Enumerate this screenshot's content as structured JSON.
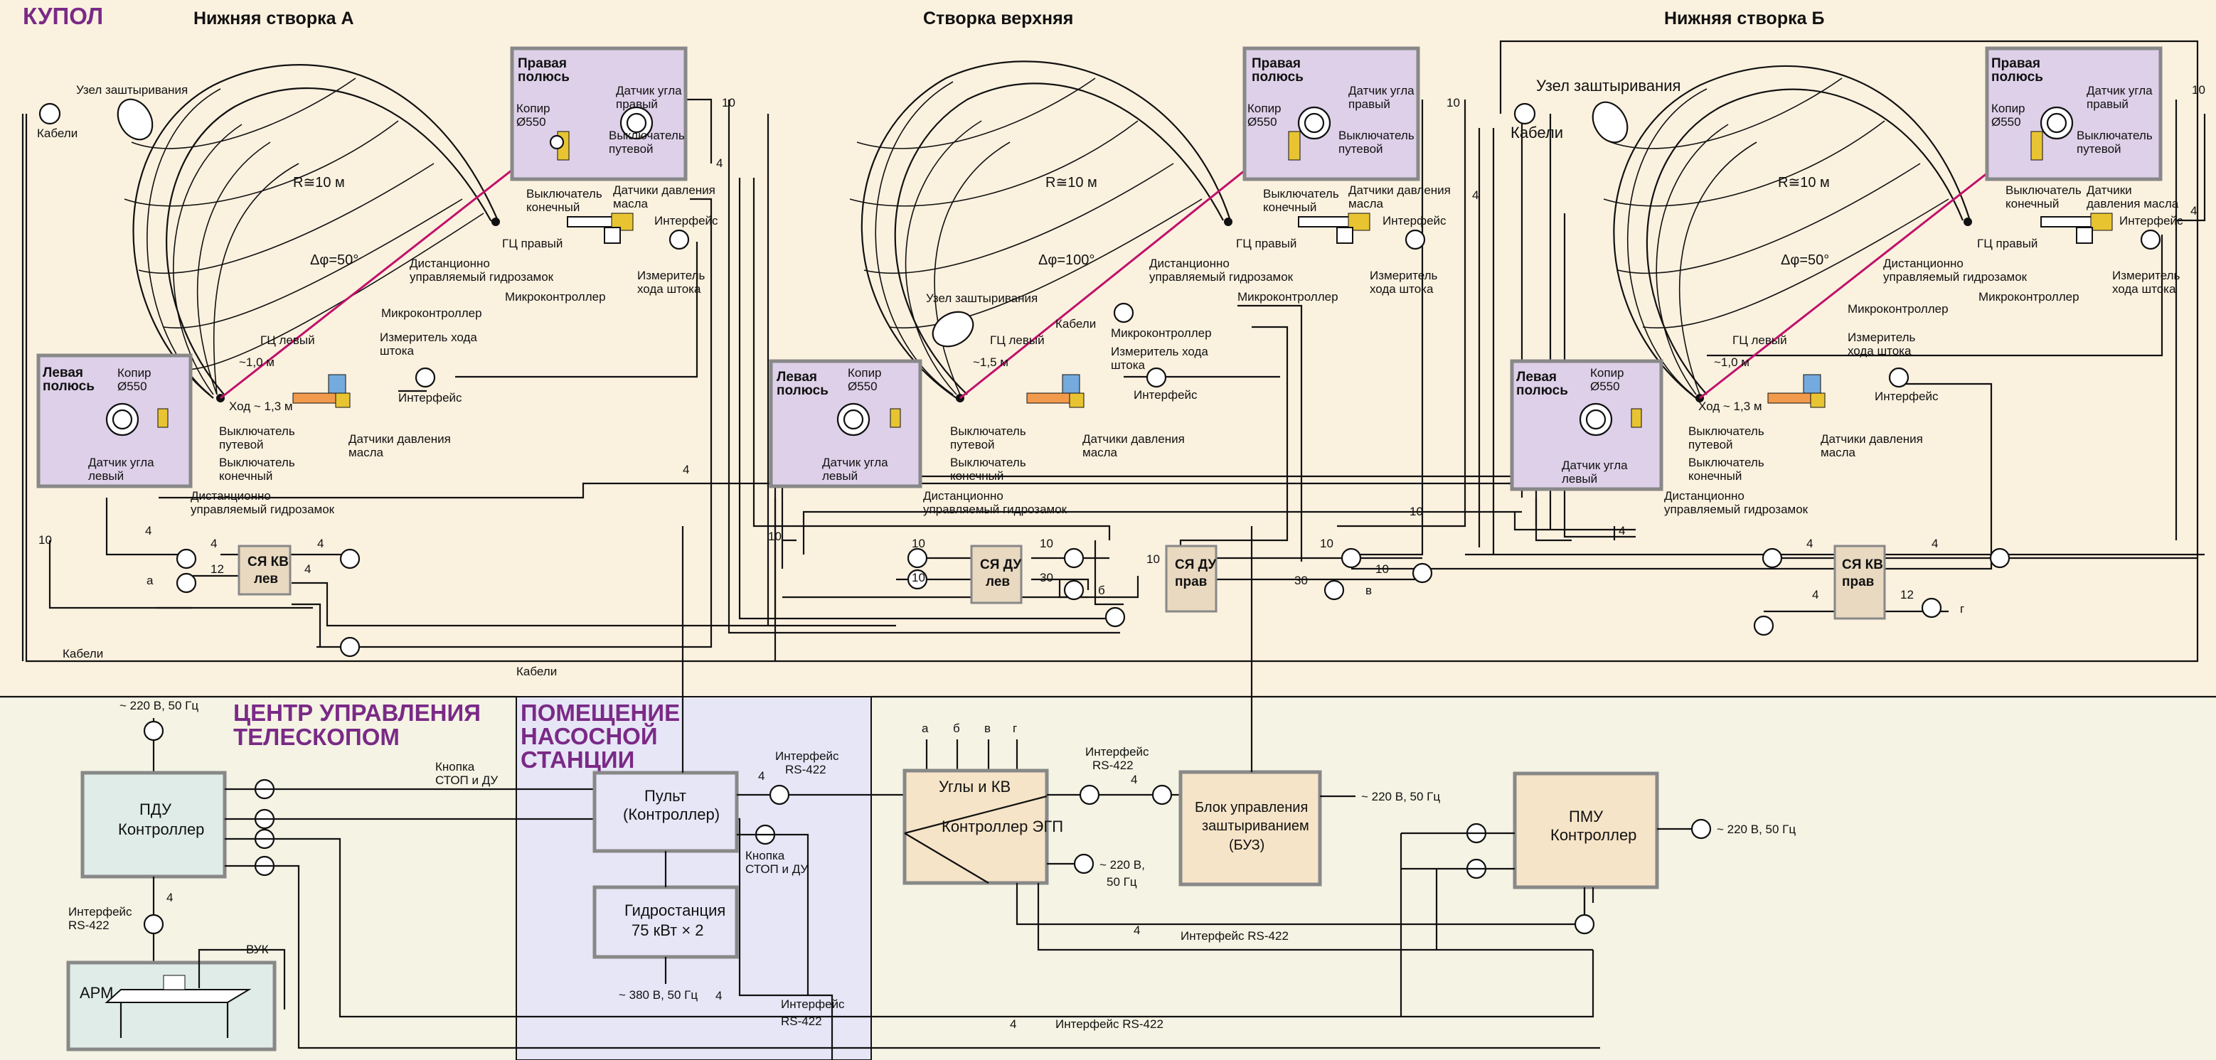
{
  "titles": {
    "kupol": "КУПОЛ",
    "stvorka_a": "Нижняя створка А",
    "stvorka_top": "Створка верхняя",
    "stvorka_b": "Нижняя створка Б"
  },
  "zones": {
    "control_center": [
      "ЦЕНТР УПРАВЛЕНИЯ",
      "ТЕЛЕСКОПОМ"
    ],
    "pump_room": [
      "ПОМЕЩЕНИЕ",
      "НАСОСНОЙ",
      "СТАНЦИИ"
    ]
  },
  "pole_boxes": {
    "right": [
      "Правая",
      "полюсь"
    ],
    "left": [
      "Левая",
      "полюсь"
    ]
  },
  "pole_right_title": [
    "Правая",
    "полюсь"
  ],
  "pole_left_title": [
    "Левая",
    "полюсь"
  ],
  "labels": {
    "kopir": [
      "Копир",
      "Ø550"
    ],
    "datchik_ugla_pravyi": [
      "Датчик угла",
      "правый"
    ],
    "datchik_ugla_levyi": [
      "Датчик угла",
      "левый"
    ],
    "vykl_putevoi": [
      "Выключатель",
      "путевой"
    ],
    "vykl_konechnyi": [
      "Выключатель",
      "конечный"
    ],
    "datchiki_davleniya": [
      "Датчики давления",
      "масла"
    ],
    "datchiki_davleniya_b": [
      "Датчики",
      "давления масла"
    ],
    "interfeis": "Интерфейс",
    "gc_pravyi": "ГЦ правый",
    "gc_levyi": "ГЦ левый",
    "gidrozamok": [
      "Дистанционно",
      "управляемый гидрозамок"
    ],
    "mikrokontroller": "Микроконтроллер",
    "izmeritel_hoda": [
      "Измеритель",
      "хода штока"
    ],
    "izmeritel_hoda_2": [
      "Измеритель хода",
      "штока"
    ],
    "uzel": "Узел заштыривания",
    "kabeli": "Кабели",
    "radius": "R≅10 м",
    "dphi_a": "Δφ=50°",
    "dphi_top": "Δφ=100°",
    "dphi_b": "Δφ=50°",
    "dist_a": "~1,0 м",
    "dist_top": "~1,5 м",
    "dist_b": "~1,0 м",
    "hod": "Ход ~ 1,3 м"
  },
  "sya_boxes": {
    "kv_lev": [
      "СЯ КВ",
      "лев"
    ],
    "du_lev": [
      "СЯ ДУ",
      "лев"
    ],
    "du_prav": [
      "СЯ ДУ",
      "прав"
    ],
    "kv_prav": [
      "СЯ КВ",
      "прав"
    ]
  },
  "numbers": {
    "n10": "10",
    "n4": "4",
    "n12": "12",
    "n30": "30"
  },
  "letters": {
    "a": "а",
    "b": "б",
    "v": "в",
    "g": "г"
  },
  "bottom": {
    "pdu": [
      "ПДУ",
      "Контроллер"
    ],
    "arm": "АРМ",
    "vuk": "ВУК",
    "power_220": "~ 220 В, 50 Гц",
    "power_220_b": [
      "~ 220 В,",
      "50 Гц"
    ],
    "power_380": "~ 380 В, 50 Гц",
    "knopka": [
      "Кнопка",
      "СТОП и ДУ"
    ],
    "interfeis_rs": [
      "Интерфейс",
      "RS-422"
    ],
    "interfeis_rs_line": "Интерфейс RS-422",
    "pult": [
      "Пульт",
      "(Контроллер)"
    ],
    "gidrostanciya": [
      "Гидростанция",
      "75 кВт × 2"
    ],
    "ugly_kv": "Углы и КВ",
    "kontroller_egp": "Контроллер ЭГП",
    "buz": [
      "Блок управления",
      "заштыриванием",
      "(БУЗ)"
    ],
    "pmu": [
      "ПМУ",
      "Контроллер"
    ]
  },
  "colors": {
    "background": "#fbf1df",
    "bottom_bg": "#f4f3e4",
    "pump_room": "#e7e6f6",
    "pole_box": "#ddd0e8",
    "green_box": "#dfece8",
    "tan_box": "#f6e4c8",
    "magenta": "#c0106a",
    "zone_text": "#7a2a86"
  }
}
